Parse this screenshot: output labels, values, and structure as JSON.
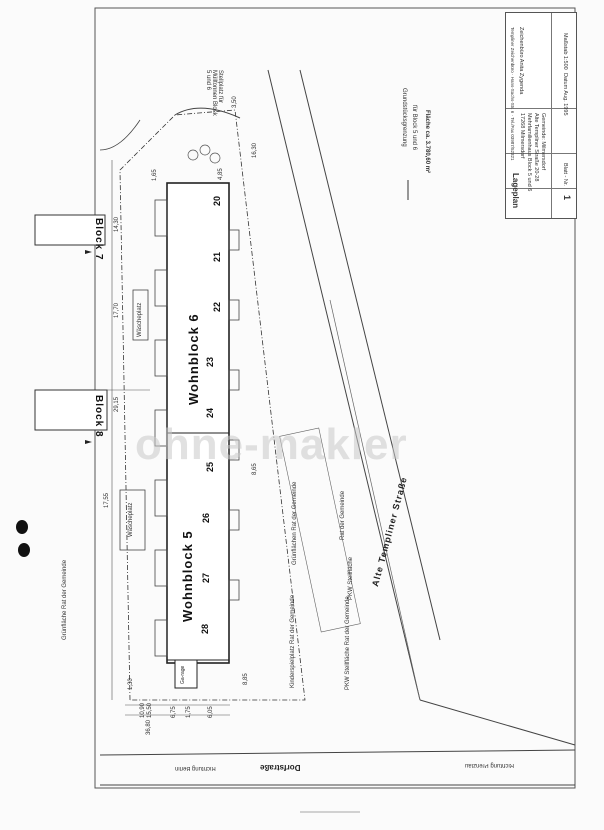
{
  "title_block": {
    "architect_line1": "Zeichenbüro Anita Zygenda",
    "architect_line2": "Templiner Zeichenbüro · Hans-Sachs-Str. 6 · Tel./Fax 03987/52321",
    "project_line1": "Gemeinde: Milmersdorf",
    "project_line2": "Alte Templiner Straße 20-28",
    "project_line3": "Mehrfamilienhaus Block 5 und 6",
    "project_line4": "17268 Milmersdorf",
    "scale": "Maßstab 1:500",
    "date": "Datum Aug. 1995",
    "sheet": "Blatt - Nr.",
    "sheet_no": "1",
    "plan_title": "Lageplan"
  },
  "legend": {
    "boundary_title": "Grundstücksgrenzung",
    "boundary_for": "für Block 5 und 6",
    "area": "Fläche ca. 3.780,60 m²"
  },
  "buildings": {
    "block7": "Block 7",
    "block8": "Block 8",
    "wohnblock6": "Wohnblock 6",
    "wohnblock5": "Wohnblock 5",
    "garage": "Ga-rage"
  },
  "unit_numbers": [
    "20",
    "21",
    "22",
    "23",
    "24",
    "25",
    "26",
    "27",
    "28"
  ],
  "areas": {
    "waescheplatz_upper": "Wäscheplatz",
    "waescheplatz_lower": "Wäscheplatz",
    "stellplatz_muelltonnen": "Stellplatz für Mülltonnen Block 5 und 6",
    "gruenflaeche_left": "Grünfläche Rat der Gemeinde",
    "gruenflaechen_mid": "Grünflächen Rat der Gemeinde",
    "kinderspielplatz": "Kinderspielplatz Rat der Gemeinde",
    "pkw_stellflaeche": "PKW Stellfläche Rat der Gemeinde",
    "pkw_stellflaeche_road": "PKW Stellfläche",
    "rat_der_gemeinde": "Rat der Gemeinde"
  },
  "streets": {
    "alte_templiner": "Alte Templiner Straße",
    "dorfstrasse": "Dorfstraße",
    "richtung_berlin": "Richtung Berlin",
    "richtung_prenzlau": "Richtung Prenzlau"
  },
  "dimensions": [
    "14,30",
    "17,70",
    "29,15",
    "17,55",
    "36,80",
    "15,50",
    "6,05",
    "1,65",
    "16,30",
    "4,85",
    "8,85",
    "1,30",
    "6,75",
    "1,75",
    "10,90",
    "8,65",
    "3,50"
  ],
  "watermark": "ohne-makler"
}
